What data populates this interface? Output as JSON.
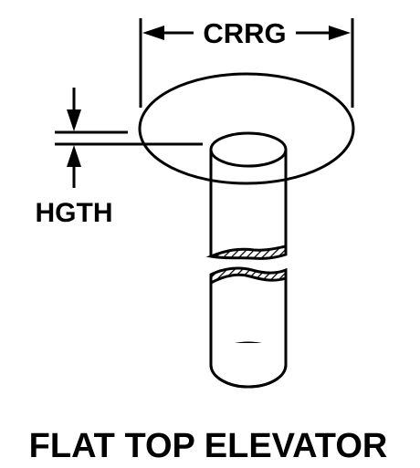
{
  "diagram": {
    "dimensions": {
      "width_label": "CRRG",
      "height_label": "HGTH"
    },
    "caption": "FLAT TOP ELEVATOR"
  }
}
